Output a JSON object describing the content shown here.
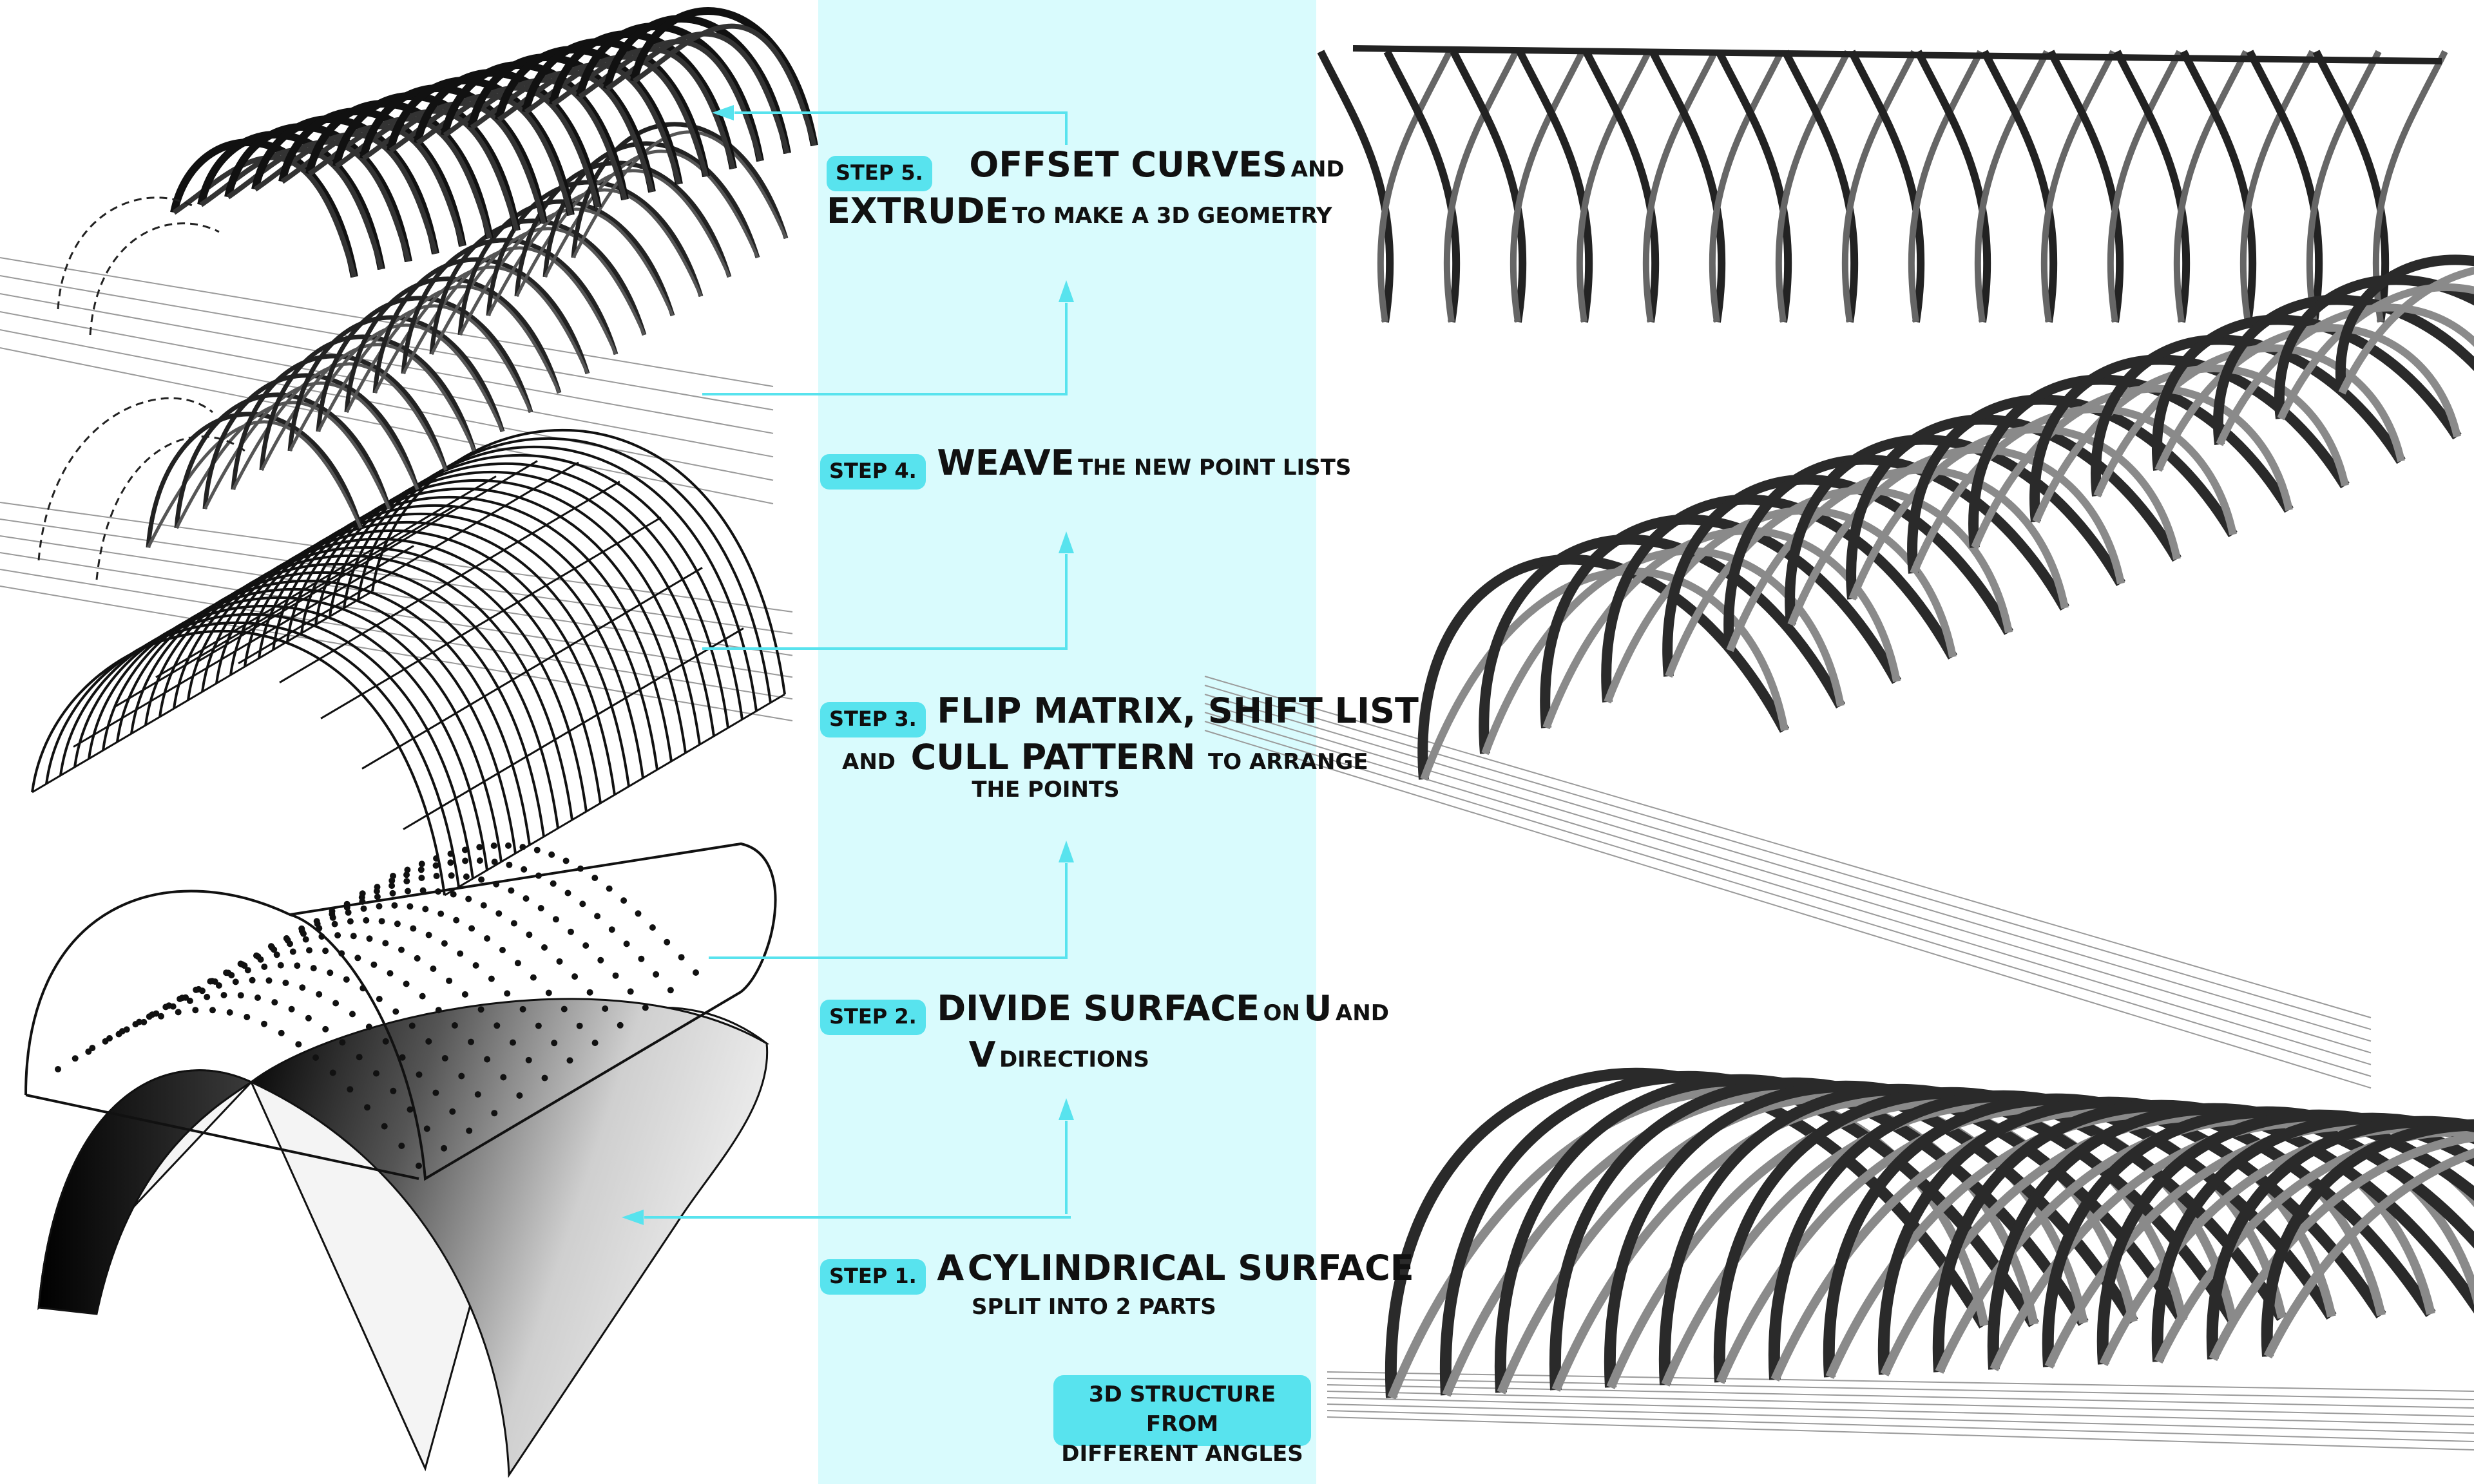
{
  "steps": [
    {
      "tag": "STEP 5.",
      "l1a": "OFFSET CURVES",
      "l1b": "AND",
      "l2a": "EXTRUDE",
      "l2b": "TO MAKE A 3D GEOMETRY"
    },
    {
      "tag": "STEP 4.",
      "l1a": "WEAVE",
      "l1b": "THE NEW  POINT LISTS"
    },
    {
      "tag": "STEP 3.",
      "l1a": "FLIP MATRIX, SHIFT LIST",
      "l2a": "AND",
      "l2b": "CULL PATTERN",
      "l2c": "TO ARRANGE",
      "l3": "THE  POINTS"
    },
    {
      "tag": "STEP 2.",
      "l1a": "DIVIDE SURFACE",
      "l1b": "ON",
      "l1c": "U",
      "l1d": "AND",
      "l2a": "V",
      "l2b": "DIRECTIONS"
    },
    {
      "tag": "STEP 1.",
      "l1a": "A",
      "l1b": "CYLINDRICAL SURFACE",
      "l2": "SPLIT INTO 2 PARTS"
    }
  ],
  "note": {
    "line1": "3D STRUCTURE FROM",
    "line2": "DIFFERENT ANGLES"
  },
  "colors": {
    "accent": "#58e3ee",
    "band": "#d9fbfd",
    "ink": "#111111"
  }
}
